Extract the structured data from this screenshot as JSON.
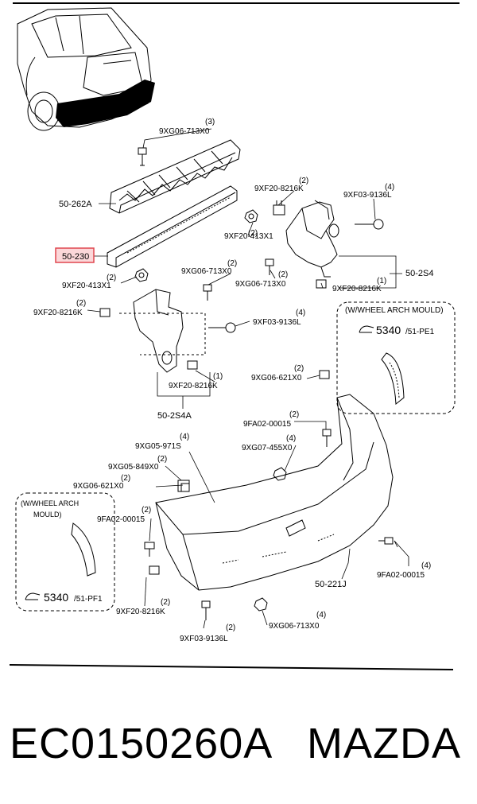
{
  "labels": {
    "p_9xg06_713x0_top": "9XG06-713X0",
    "q_3": "(3)",
    "p_50_262a": "50-262A",
    "p_50_230": "50-230",
    "p_9xf20_413x1_a": "9XF20-413X1",
    "q_2a": "(2)",
    "p_9xf20_413x1_b": "9XF20-413X1",
    "q_2b": "(2)",
    "p_9xf20_8216k_a": "9XF20-8216K",
    "q_2c": "(2)",
    "p_9xf03_9136l_a": "9XF03-9136L",
    "q_4a": "(4)",
    "p_50_2s4": "50-2S4",
    "p_9xg06_713x0_b": "9XG06-713X0",
    "q_2d": "(2)",
    "p_9xg06_713x0_c": "9XG06-713X0",
    "q_2e": "(2)",
    "p_9xf20_8216k_b": "9XF20-8216K",
    "q_1a": "(1)",
    "p_9xf20_8216k_c": "9XF20-8216K",
    "q_2f": "(2)",
    "p_9xf03_9136l_b": "9XF03-9136L",
    "q_4b": "(4)",
    "p_9xf20_8216k_d": "9XF20-8216K",
    "q_1b": "(1)",
    "p_50_2s4a": "50-2S4A",
    "p_9xg06_621x0_a": "9XG06-621X0",
    "q_2g": "(2)",
    "p_9fa02_00015_a": "9FA02-00015",
    "q_2h": "(2)",
    "p_9xg07_455x0": "9XG07-455X0",
    "q_4c": "(4)",
    "p_9xg05_971s": "9XG05-971S",
    "q_4d": "(4)",
    "p_9xg05_849x0": "9XG05-849X0",
    "q_2i": "(2)",
    "p_9xg06_621x0_b": "9XG06-621X0",
    "q_2j": "(2)",
    "p_9fa02_00015_b": "9FA02-00015",
    "q_2k": "(2)",
    "p_9fa02_00015_c": "9FA02-00015",
    "q_4e": "(4)",
    "p_50_221j": "50-221J",
    "p_9xf20_8216k_e": "9XF20-8216K",
    "q_2l": "(2)",
    "p_9xg06_713x0_d": "9XG06-713X0",
    "q_4f": "(4)",
    "p_9xf03_9136l_c": "9XF03-9136L",
    "q_2m": "(2)"
  },
  "inset_right": {
    "title": "(W/WHEEL ARCH MOULD)",
    "ref_number": "5340",
    "ref_suffix": "/51-PE1"
  },
  "inset_left": {
    "title_line1": "(W/WHEEL ARCH",
    "title_line2": "MOULD)",
    "ref_number": "5340",
    "ref_suffix": "/51-PF1"
  },
  "footer": {
    "part_number": "EC0150260A",
    "brand": "MAZDA"
  },
  "colors": {
    "highlight_border": "#e0474f",
    "highlight_fill": "#fbd7d9",
    "ink": "#000000"
  }
}
